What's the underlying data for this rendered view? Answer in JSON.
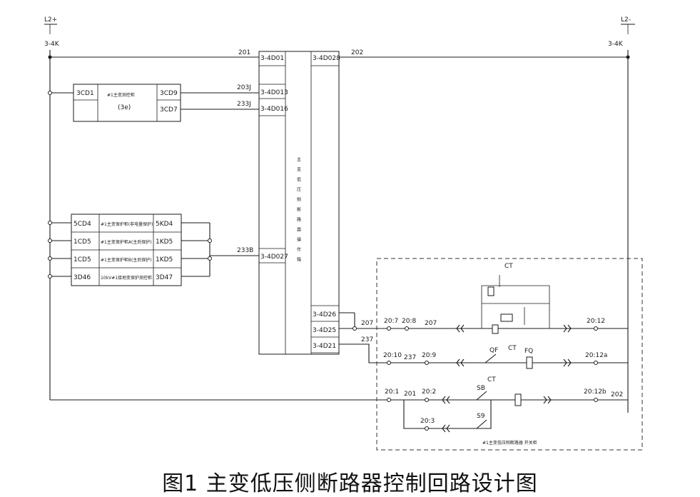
{
  "caption": "图1 主变低压侧断路器控制回路设计图",
  "bus": {
    "left_name": "L2+",
    "left_ref": "3-4K",
    "right_name": "L2-",
    "right_ref": "3-4K",
    "wire_201": "201",
    "wire_202": "202"
  },
  "main_module": {
    "term_top_left": "3-4D01",
    "term_top_right": "3-4D028",
    "term_13": "3-4D013",
    "term_16": "3-4D016",
    "term_27": "3-4D027",
    "term_26": "3-4D26",
    "term_25": "3-4D25",
    "term_21": "3-4D21",
    "vertical_text": "主变低压侧断路器操作箱"
  },
  "wires": {
    "w203j": "203J",
    "w233j": "233J",
    "w233b": "233B",
    "w207": "207",
    "w237": "237"
  },
  "block1": {
    "left": "3CD1",
    "center_line1": "#1主变测控柜",
    "center_line2": "(3e)",
    "right_top": "3CD9",
    "right_bottom": "3CD7"
  },
  "block2": {
    "rows": [
      {
        "left": "5CD4",
        "center": "#1主变保护柜(非电量保护)",
        "right": "5KD4"
      },
      {
        "left": "1CD5",
        "center": "#1主变保护柜A(主后保护)",
        "right": "1KD5"
      },
      {
        "left": "1CD5",
        "center": "#1主变保护柜B(主后保护)",
        "right": "1KD5"
      },
      {
        "left": "3D46",
        "center": "10kV#1接地变保护测控柜",
        "right": "3D47"
      }
    ]
  },
  "breaker_box": {
    "row1": {
      "t1": "20:7",
      "t2": "20:8",
      "wire": "207",
      "ct": "CT",
      "end": "20:12"
    },
    "row2": {
      "t1": "20:10",
      "wire": "237",
      "t2": "20:9",
      "qf": "QF",
      "ct": "CT",
      "fq": "FQ",
      "end": "20:12a"
    },
    "row3": {
      "t1": "20:1",
      "wire": "201",
      "t2": "20:2",
      "sb": "SB",
      "ct": "CT",
      "end": "20:12b",
      "end_wire": "202"
    },
    "row4": {
      "t": "20:3",
      "s9": "S9"
    },
    "label": "#1主变低压侧断路器 开关柜"
  }
}
